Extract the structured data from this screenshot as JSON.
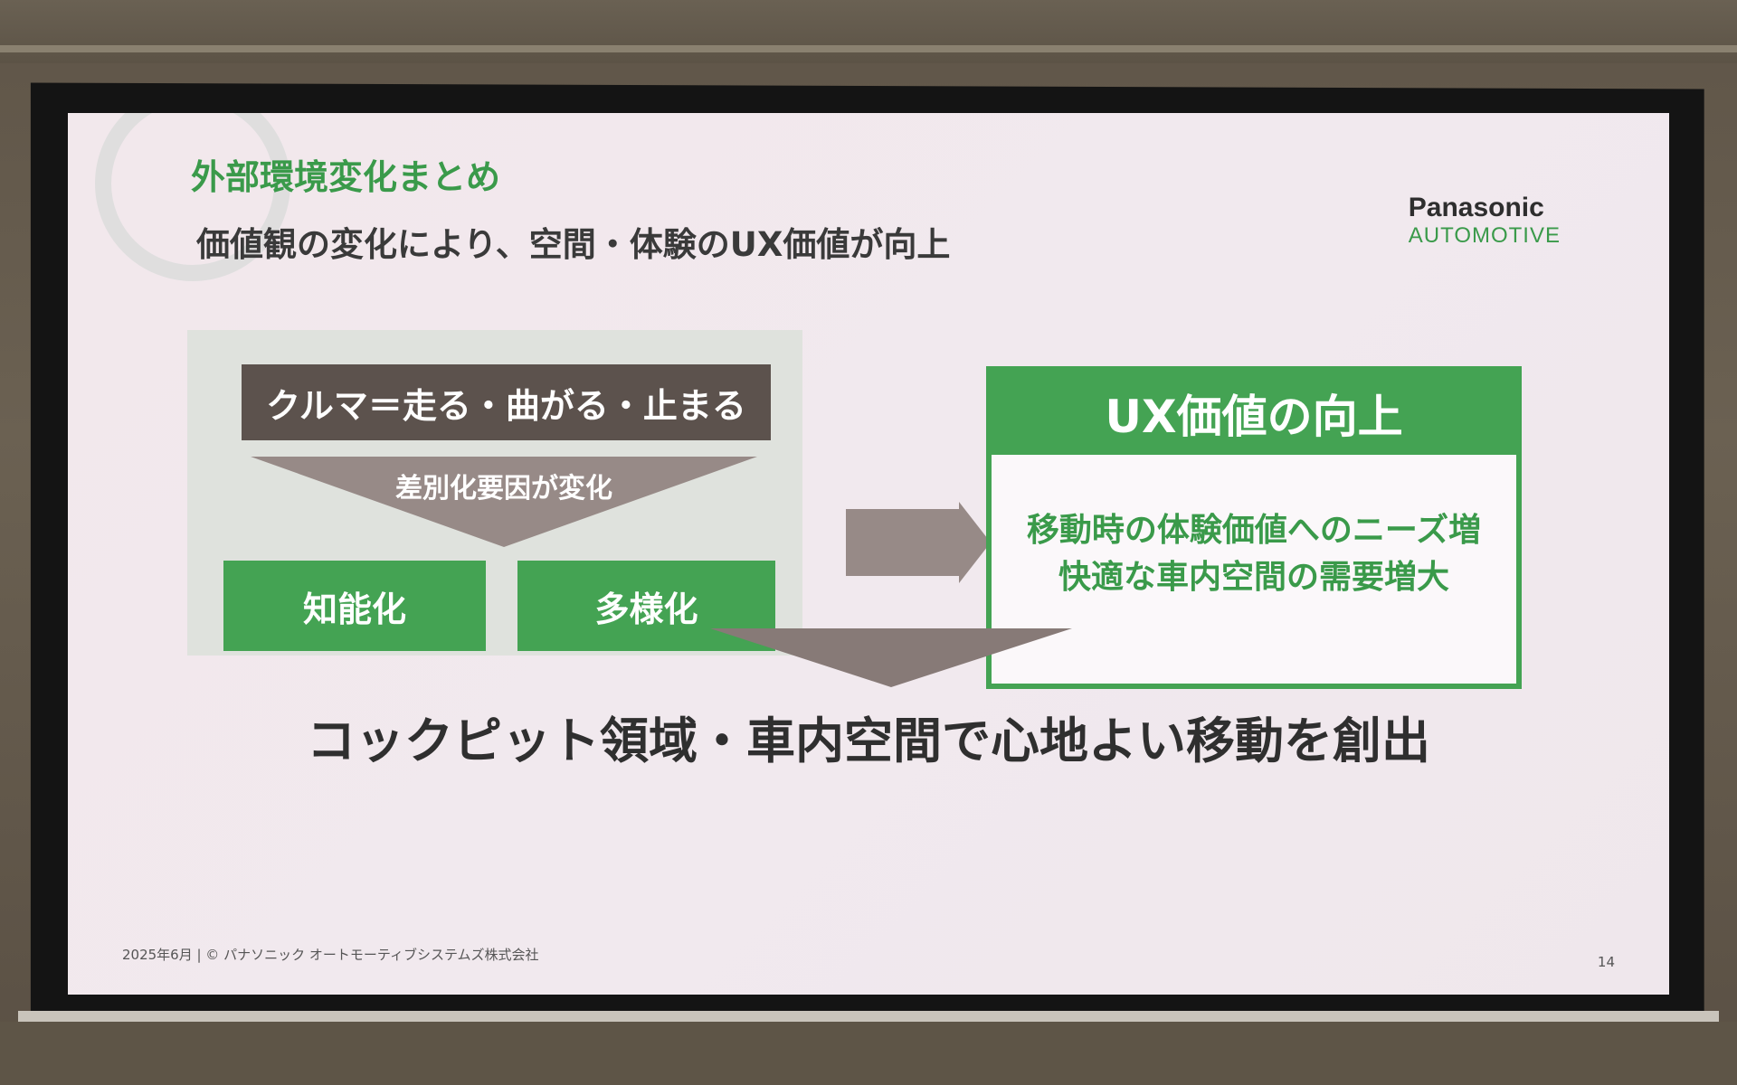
{
  "slide": {
    "title": "外部環境変化まとめ",
    "subtitle": "価値観の変化により、空間・体験のUX価値が向上",
    "logo": {
      "brand": "Panasonic",
      "sub": "AUTOMOTIVE"
    },
    "left": {
      "car_definition": "クルマ＝走る・曲がる・止まる",
      "diff_label": "差別化要因が変化",
      "box1": "知能化",
      "box2": "多様化"
    },
    "ux": {
      "header": "UX価値の向上",
      "line1": "移動時の体験価値へのニーズ増",
      "line2": "快適な車内空間の需要増大"
    },
    "conclusion": "コックピット領域・車内空間で心地よい移動を創出",
    "footer": "2025年6月 | © パナソニック オートモーティブシステムズ株式会社",
    "page_number": "14"
  },
  "colors": {
    "green": "#44a353",
    "title_green": "#3a9a4a",
    "dark_box": "#5c524d",
    "arrow_gray": "#978a87"
  }
}
